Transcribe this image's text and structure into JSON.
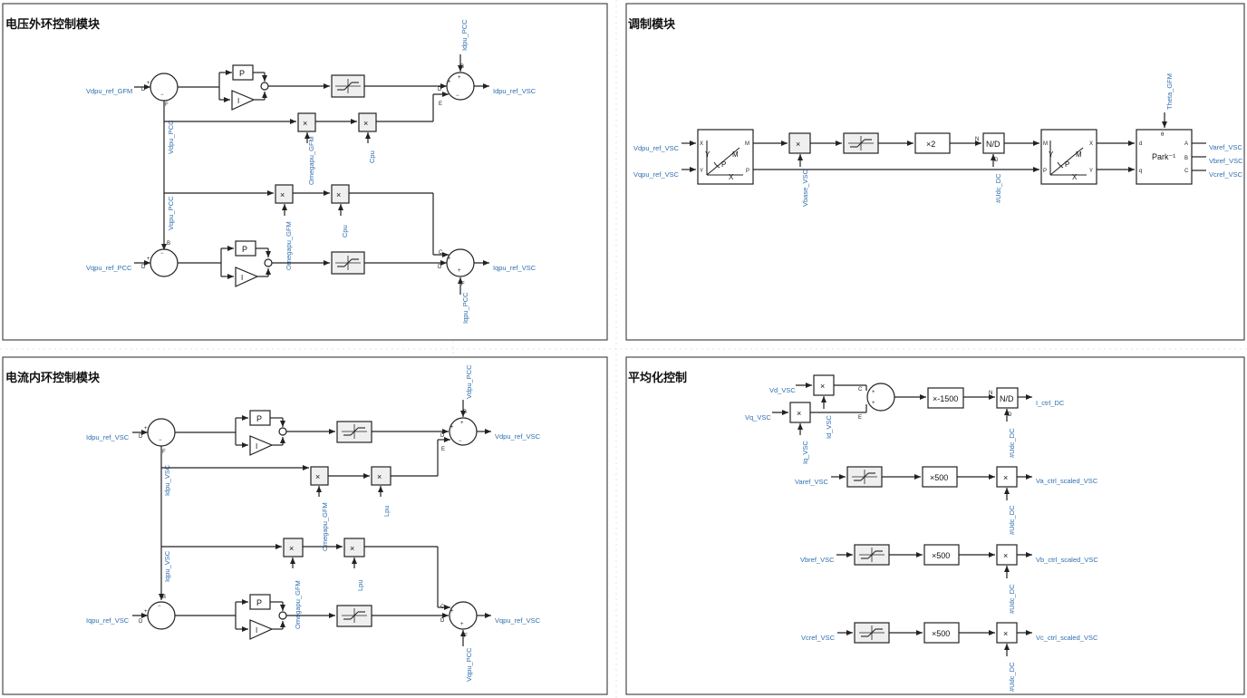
{
  "panels": {
    "voltage_outer": {
      "title": "电压外环控制模块"
    },
    "modulation": {
      "title": "调制模块"
    },
    "current_inner": {
      "title": "电流内环控制模块"
    },
    "averaging": {
      "title": "平均化控制"
    }
  },
  "voltage_outer": {
    "in_d_ref": "Vdpu_ref_GFM",
    "in_q_ref": "Vqpu_ref_PCC",
    "fb_d": "Vdpu_PCC",
    "fb_q": "Vqpu_PCC",
    "omega_1": "Omegapu_GFM",
    "omega_2": "Omegapu_GFM",
    "cpu_1": "Cpu",
    "cpu_2": "Cpu",
    "ff_d": "Idpu_PCC",
    "ff_q": "Iqpu_PCC",
    "out_d": "Idpu_ref_VSC",
    "out_q": "Iqpu_ref_VSC"
  },
  "current_inner": {
    "in_d_ref": "Idpu_ref_VSC",
    "in_q_ref": "Iqpu_ref_VSC",
    "fb_d": "Idpu_VSC",
    "fb_q": "Iqpu_VSC",
    "omega_1": "Omegapu_GFM",
    "omega_2": "Omegapu_GFM",
    "lpu_1": "Lpu",
    "lpu_2": "Lpu",
    "ff_d": "Vdpu_PCC",
    "ff_q": "Vqpu_PCC",
    "out_d": "Vdpu_ref_VSC",
    "out_q": "Vqpu_ref_VSC"
  },
  "modulation": {
    "in_d": "Vdpu_ref_VSC",
    "in_q": "Vqpu_ref_VSC",
    "vbase": "Vbase_VSC",
    "udc": "#Udc_DC",
    "theta": "Theta_GFM",
    "gain_label": "×2",
    "nd_label": "N/D",
    "park_label": "Park⁻¹",
    "out_a": "Varef_VSC",
    "out_b": "Vbref_VSC",
    "out_c": "Vcref_VSC"
  },
  "averaging": {
    "vd": "Vd_VSC",
    "vq": "Vq_VSC",
    "id": "Id_VSC",
    "iq": "Iq_VSC",
    "gain_1500": "×-1500",
    "nd_label": "N/D",
    "udc_1": "#Udc_DC",
    "udc_2": "#Udc_DC",
    "udc_3": "#Udc_DC",
    "udc_4": "#Udc_DC",
    "out_i": "I_ctrl_DC",
    "in_a": "Varef_VSC",
    "in_b": "Vbref_VSC",
    "in_c": "Vcref_VSC",
    "gain_500": "×500",
    "out_a": "Va_ctrl_scaled_VSC",
    "out_b": "Vb_ctrl_scaled_VSC",
    "out_c": "Vc_ctrl_scaled_VSC"
  },
  "common": {
    "p_label": "P",
    "i_label": "I",
    "mult": "×"
  }
}
